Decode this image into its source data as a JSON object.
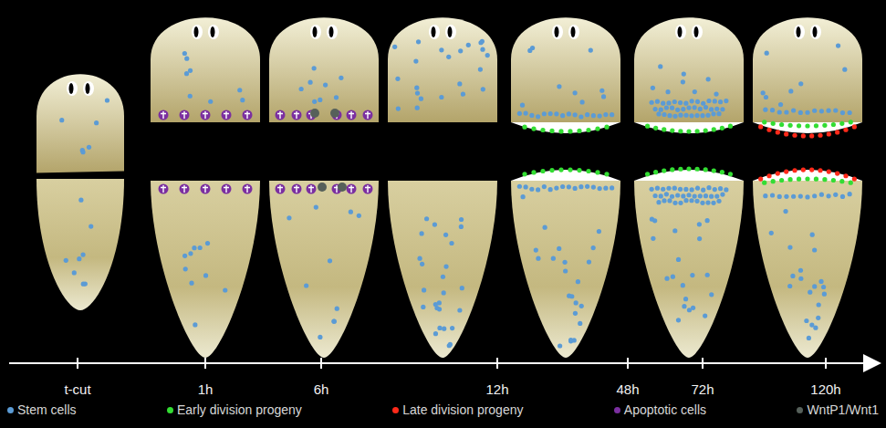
{
  "diagram": {
    "labels": [
      "t-cut",
      "1h",
      "6h",
      "12h",
      "48h",
      "72h",
      "120h"
    ],
    "legend": [
      {
        "text": "Stem cells",
        "color": "#5b9bd5"
      },
      {
        "text": "Early division progeny",
        "color": "#33dd33"
      },
      {
        "text": "Late division progeny",
        "color": "#ff2a1a"
      },
      {
        "text": "Apoptotic cells",
        "color": "#7b2fa0"
      },
      {
        "text": "WntP1/Wnt1",
        "color": "#56605a"
      }
    ]
  }
}
